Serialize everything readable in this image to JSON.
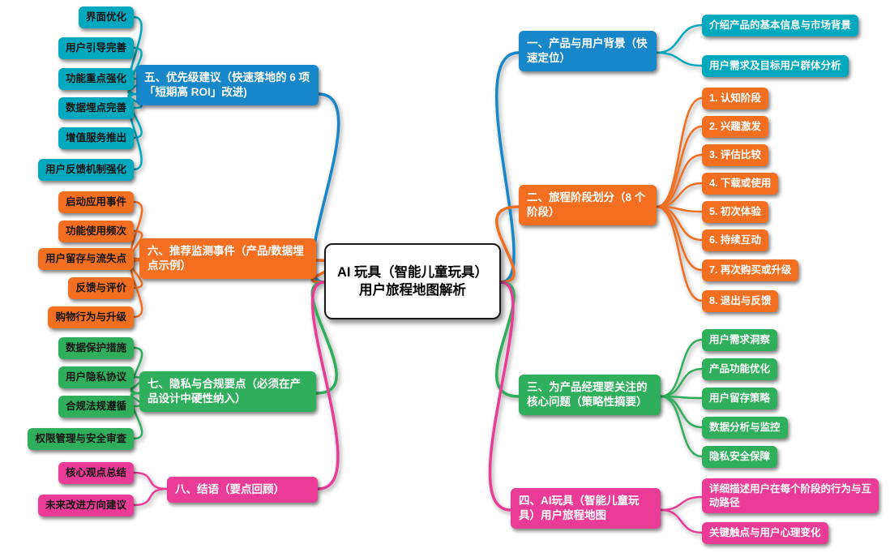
{
  "root": {
    "label": "AI 玩具（智能儿童玩具）用户旅程地图解析"
  },
  "palette": {
    "blue": "#1787C9",
    "teal": "#00A9BD",
    "orange": "#F26F21",
    "green": "#2FAF5B",
    "pink": "#EA3C96"
  },
  "branches": [
    {
      "label": "一、产品与用户背景（快速定位）",
      "color": "blue",
      "children": [
        "介绍产品的基本信息与市场背景",
        "用户需求及目标用户群体分析"
      ]
    },
    {
      "label": "二、旅程阶段划分（8 个阶段）",
      "color": "orange",
      "children": [
        "1. 认知阶段",
        "2. 兴趣激发",
        "3. 评估比较",
        "4. 下载或使用",
        "5. 初次体验",
        "6. 持续互动",
        "7. 再次购买或升级",
        "8. 退出与反馈"
      ]
    },
    {
      "label": "三、为产品经理要关注的核心问题（策略性摘要）",
      "color": "green",
      "children": [
        "用户需求洞察",
        "产品功能优化",
        "用户留存策略",
        "数据分析与监控",
        "隐私安全保障"
      ]
    },
    {
      "label": "四、AI玩具（智能儿童玩具）用户旅程地图",
      "color": "pink",
      "children": [
        "详细描述用户在每个阶段的行为与互动路径",
        "关键触点与用户心理变化"
      ]
    },
    {
      "label": "五、优先级建议（快速落地的 6 项「短期高 ROI」改进)",
      "color": "blue",
      "children": [
        "界面优化",
        "用户引导完善",
        "功能重点强化",
        "数据埋点完善",
        "增值服务推出",
        "用户反馈机制强化"
      ]
    },
    {
      "label": "六、推荐监测事件（产品/数据埋点示例）",
      "color": "orange",
      "children": [
        "启动应用事件",
        "功能使用频次",
        "用户留存与流失点",
        "反馈与评价",
        "购物行为与升级"
      ]
    },
    {
      "label": "七、隐私与合规要点（必须在产品设计中硬性纳入）",
      "color": "green",
      "children": [
        "数据保护措施",
        "用户隐私协议",
        "合规法规遵循",
        "权限管理与安全审查"
      ]
    },
    {
      "label": "八、结语（要点回顾）",
      "color": "pink",
      "children": [
        "核心观点总结",
        "未来改进方向建议"
      ]
    }
  ]
}
